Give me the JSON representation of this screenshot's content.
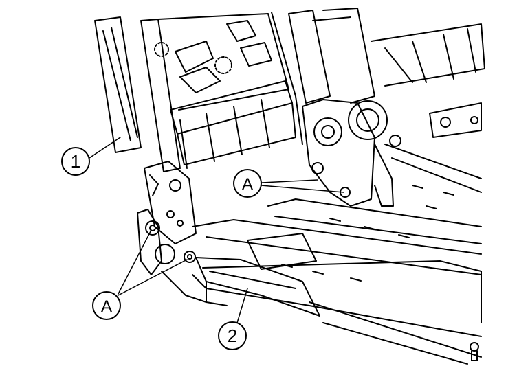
{
  "callouts": {
    "part_1": "1",
    "part_2": "2",
    "bolt_a_upper": "A",
    "bolt_a_lower": "A"
  },
  "colors": {
    "line": "#000000",
    "background": "#ffffff"
  }
}
